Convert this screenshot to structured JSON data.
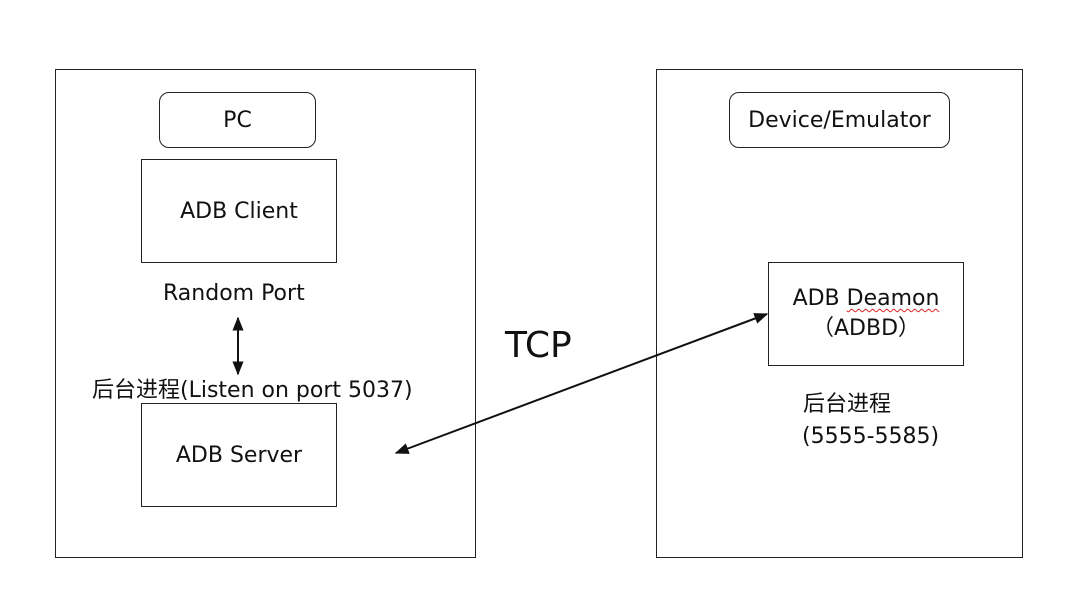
{
  "pc": {
    "title": "PC",
    "client": "ADB Client",
    "random_port": "Random Port",
    "server_note": "后台进程(Listen on port 5037)",
    "server": "ADB Server"
  },
  "device": {
    "title": "Device/Emulator",
    "daemon_line1_prefix": "ADB ",
    "daemon_line1_word": "Deamon",
    "daemon_line2": "（ADBD）",
    "process_label": "后台进程",
    "ports": "(5555-5585)"
  },
  "link": {
    "label": "TCP"
  }
}
